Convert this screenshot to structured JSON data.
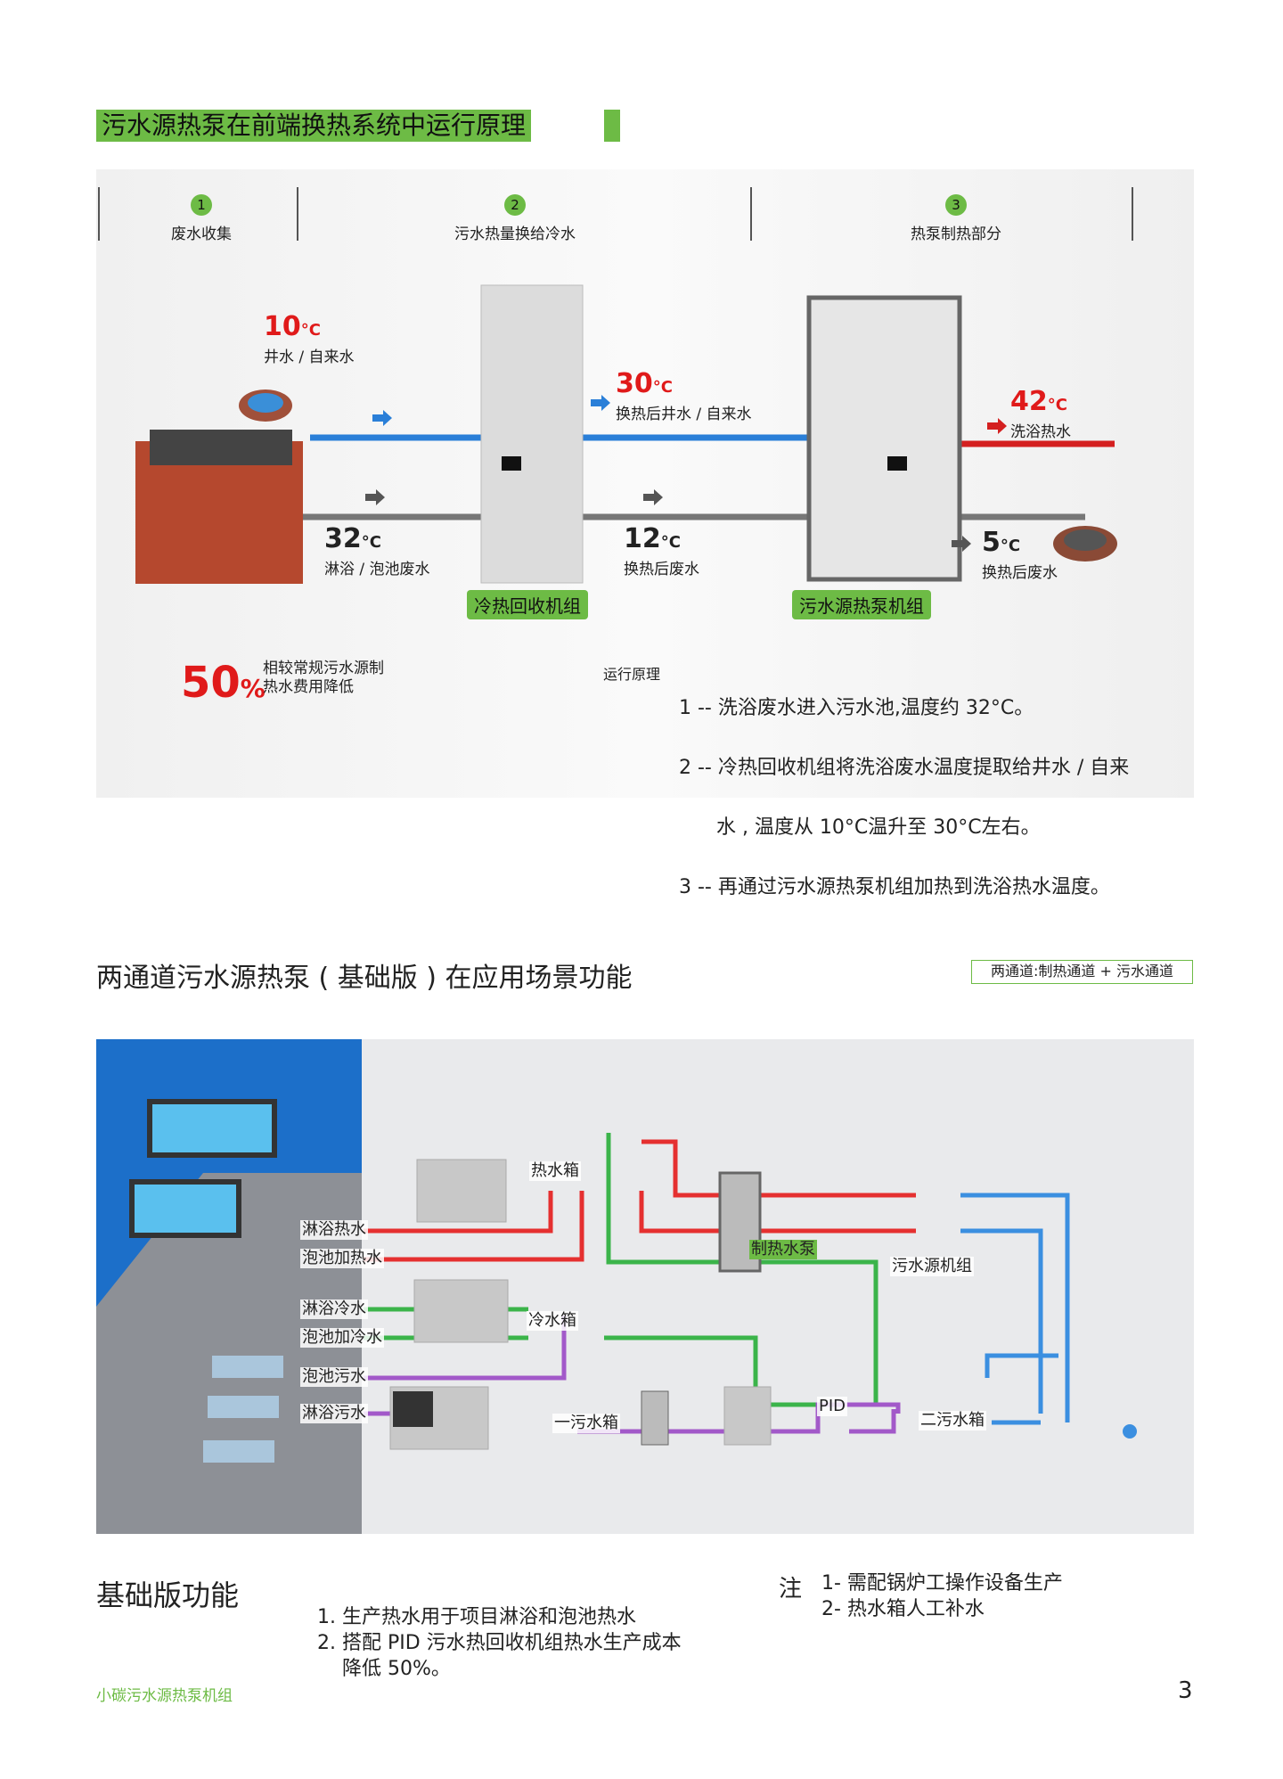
{
  "section1": {
    "title": "污水源热泵在前端换热系统中运行原理",
    "steps": [
      {
        "num": "1",
        "label": "废水收集"
      },
      {
        "num": "2",
        "label": "污水热量换给冷水"
      },
      {
        "num": "3",
        "label": "热泵制热部分"
      }
    ],
    "temps": [
      {
        "value": "10",
        "unit": "°C",
        "label": "井水 / 自来水"
      },
      {
        "value": "30",
        "unit": "°C",
        "label": "换热后井水 / 自来水"
      },
      {
        "value": "42",
        "unit": "°C",
        "label": "洗浴热水"
      },
      {
        "value": "32",
        "unit": "°C",
        "label": "淋浴 / 泡池废水"
      },
      {
        "value": "12",
        "unit": "°C",
        "label": "换热后废水"
      },
      {
        "value": "5",
        "unit": "°C",
        "label": "换热后废水"
      }
    ],
    "units": [
      "冷热回收机组",
      "污水源热泵机组"
    ],
    "saving": {
      "value": "50",
      "unit": "%",
      "line1": "相较常规污水源制",
      "line2": "热水费用降低"
    },
    "principle": {
      "label": "运行原理",
      "lines": [
        "1 -- 洗浴废水进入污水池,温度约 32°C。",
        "2 -- 冷热回收机组将洗浴废水温度提取给井水 / 自来",
        "      水 , 温度从 10°C温升至 30°C左右。",
        "3 -- 再通过污水源热泵机组加热到洗浴热水温度。"
      ]
    },
    "colors": {
      "accent": "#6dbb45",
      "hot": "#e01a1a",
      "cold": "#2a7fd8"
    }
  },
  "section2": {
    "title": "两通道污水源热泵 ( 基础版 ) 在应用场景功能",
    "badge": "两通道:制热通道 + 污水通道",
    "labels": {
      "hot_tank": "热水箱",
      "shower_hot": "淋浴热水",
      "pool_hot": "泡池加热水",
      "heat_pump": "制热水泵",
      "source_unit": "污水源机组",
      "shower_cold": "淋浴冷水",
      "pool_cold": "泡池加冷水",
      "cold_tank": "冷水箱",
      "pool_waste": "泡池污水",
      "shower_waste": "淋浴污水",
      "pid": "PID",
      "waste_tank1": "一污水箱",
      "waste_tank2": "二污水箱"
    }
  },
  "basic": {
    "title": "基础版功能",
    "items": [
      "1. 生产热水用于项目淋浴和泡池热水",
      "2. 搭配 PID 污水热回收机组热水生产成本",
      "    降低 50%。"
    ],
    "note_label": "注",
    "notes": [
      "1- 需配锅炉工操作设备生产",
      "2- 热水箱人工补水"
    ]
  },
  "footer": {
    "brand": "小碳污水源热泵机组",
    "page": "3"
  }
}
